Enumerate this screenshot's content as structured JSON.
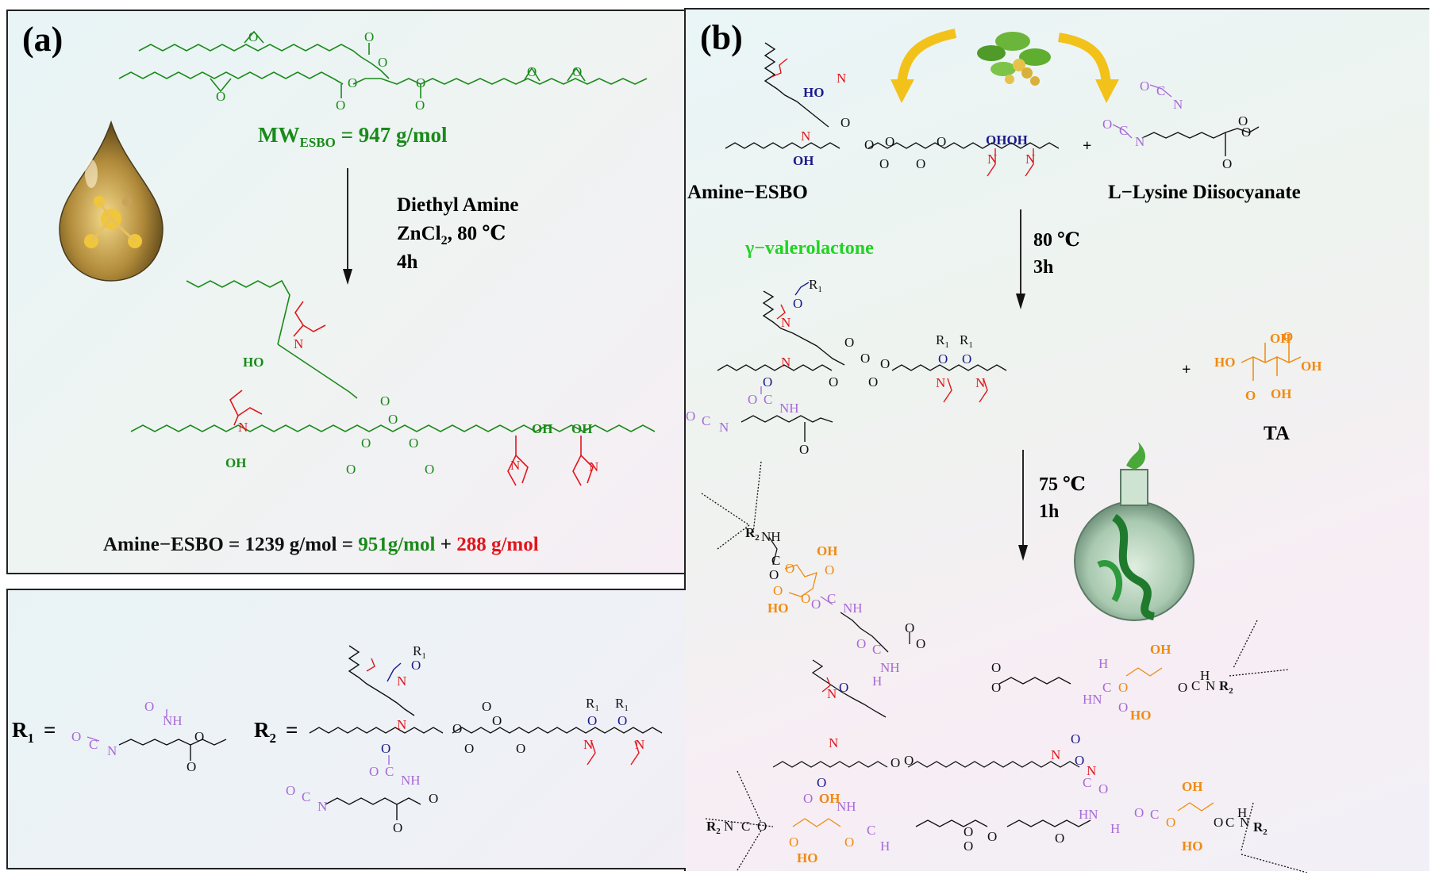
{
  "panel_a": {
    "label": "(a)",
    "mw_esbo_prefix": "MW",
    "mw_esbo_sub": "ESBO",
    "mw_esbo_value": " = 947 g/mol",
    "reagent_line1": "Diethyl Amine",
    "reagent_line2_a": "ZnCl",
    "reagent_line2_sub": "2",
    "reagent_line2_b": ", 80 ℃",
    "reagent_line3": "4h",
    "amine_esbo_mass_prefix": "Amine−ESBO = 1239 g/mol = ",
    "amine_esbo_mass_green": "951g/mol",
    "amine_esbo_mass_plus": " + ",
    "amine_esbo_mass_red": "288 g/mol"
  },
  "panel_b": {
    "label": "(b)",
    "reactant1_name": "Amine−ESBO",
    "reactant2_name": "L−Lysine Diisocyanate",
    "plus": "+",
    "solvent": "γ−valerolactone",
    "step1_temp": "80 ℃",
    "step1_time": "3h",
    "ta_label": "TA",
    "step2_temp": "75 ℃",
    "step2_time": "1h"
  },
  "panel_c": {
    "r1_label": "R",
    "r1_sub": "1",
    "r2_label": "R",
    "r2_sub": "2",
    "equals": "="
  },
  "atoms": {
    "O": "O",
    "HO": "HO",
    "OH": "OH",
    "N": "N",
    "NH": "NH",
    "H": "H",
    "HN": "HN",
    "C": "C",
    "R1": "R",
    "R2": "R",
    "OHOH": "OHOH"
  },
  "colors": {
    "green": "#1a8a1a",
    "red": "#e0161b",
    "navy": "#1a1a8c",
    "purple": "#a86ad6",
    "orange": "#f08a10",
    "bright_green": "#22d322",
    "black": "#111111"
  }
}
